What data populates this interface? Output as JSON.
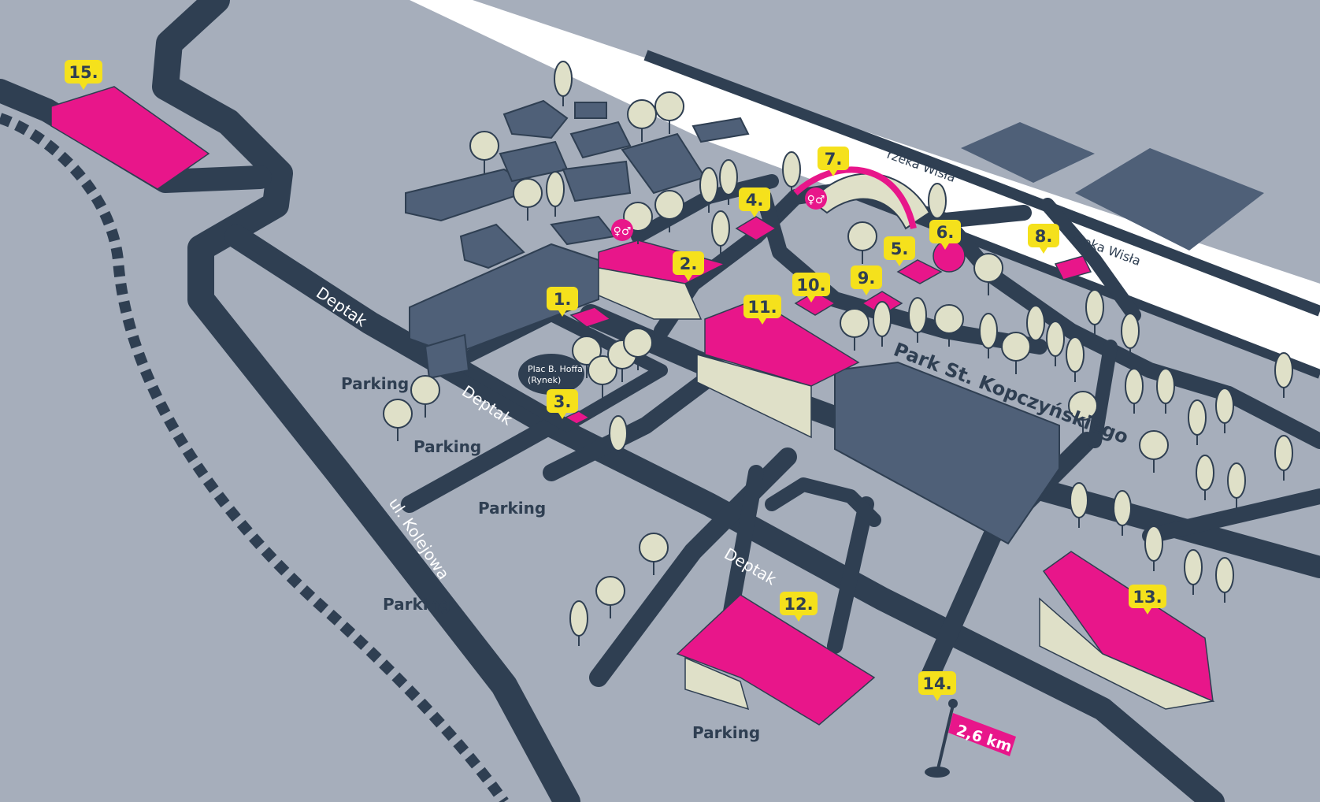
{
  "colors": {
    "background": "#a6aebb",
    "road": "#2f3f52",
    "building_gray": "#4f6078",
    "highlight": "#e8168a",
    "marker": "#f5e11c",
    "tree": "#dfe0c8",
    "river": "#ffffff"
  },
  "streets": {
    "deptak": "Deptak",
    "kolejowa": "ul. Kolejowa"
  },
  "park_name": "Park St. Kopczyńskiego",
  "river_name": "rzeka Wisła",
  "plac": {
    "line1": "Plac B. Hoffa",
    "line2": "(Rynek)"
  },
  "parking_label": "Parking",
  "distance_label": "2,6 km",
  "markers": {
    "m1": "1.",
    "m2": "2.",
    "m3": "3.",
    "m4": "4.",
    "m5": "5.",
    "m6": "6.",
    "m7": "7.",
    "m8": "8.",
    "m9": "9.",
    "m10": "10.",
    "m11": "11.",
    "m12": "12.",
    "m13": "13.",
    "m14": "14.",
    "m15": "15."
  },
  "icons": {
    "restroom_1": "restroom-icon",
    "restroom_2": "restroom-icon",
    "flag": "flag-icon"
  }
}
